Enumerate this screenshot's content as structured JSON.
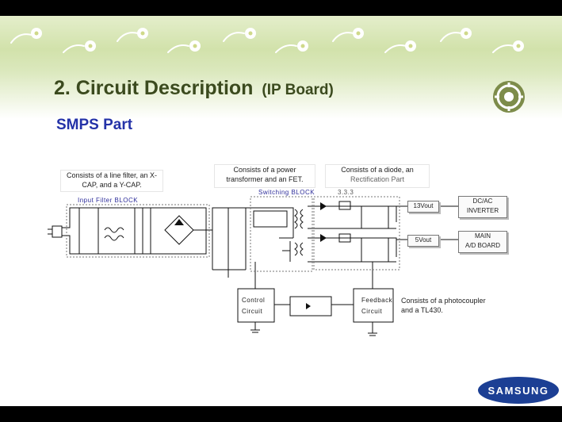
{
  "slide": {
    "title": "2. Circuit Description",
    "title_suffix": "(IP Board)",
    "subtitle": "SMPS Part"
  },
  "callouts": {
    "line_filter": "Consists of a line filter, an X-CAP, and a Y-CAP.",
    "power_transformer": "Consists of a power transformer and an FET.",
    "diode": "Consists of a diode, an",
    "rectification": "Rectification Part",
    "photocoupler": "Consists of a photocoupler and a TL430."
  },
  "labels": {
    "input_filter": "Input Filter BLOCK",
    "switching": "Switching BLOCK",
    "block_3": "3.3.3",
    "control_line1": "Control",
    "control_line2": "Circuit",
    "feedback_line1": "Feedback",
    "feedback_line2": "Circuit"
  },
  "outputs": [
    {
      "rail": "13Vout",
      "target_line1": "DC/AC",
      "target_line2": "INVERTER"
    },
    {
      "rail": "5Vout",
      "target_line1": "MAIN",
      "target_line2": "A/D BOARD"
    }
  ],
  "brand": {
    "logo_text": "SAMSUNG",
    "logo_color": "#1c3f94",
    "accent": "#3b4a1e"
  }
}
